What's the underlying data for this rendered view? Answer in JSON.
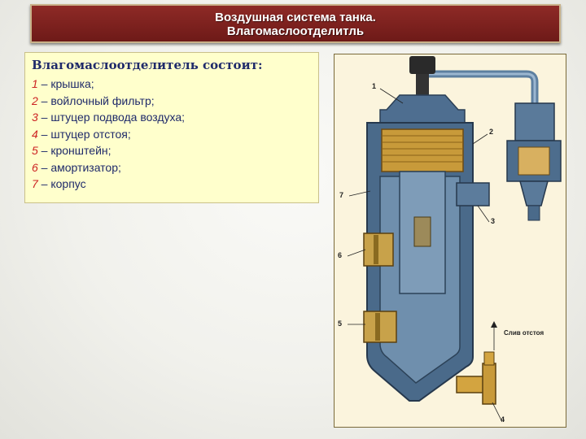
{
  "header": {
    "line1": "Воздушная система танка.",
    "line2": "Влагомаслоотделитль"
  },
  "description": {
    "heading": "Влагомаслоотделитель  состоит:",
    "items": [
      {
        "num": "1",
        "text": " – крышка;"
      },
      {
        "num": "2",
        "text": " – войлочный фильтр;"
      },
      {
        "num": "3",
        "text": " – штуцер подвода воздуха;"
      },
      {
        "num": "4",
        "text": " – штуцер отстоя;"
      },
      {
        "num": "5",
        "text": " – кронштейн;"
      },
      {
        "num": "6",
        "text": " – амортизатор;"
      },
      {
        "num": "7",
        "text": " – корпус"
      }
    ]
  },
  "diagram": {
    "callouts": [
      "1",
      "2",
      "7",
      "3",
      "6",
      "5",
      "4"
    ],
    "drain_label": "Слив отстоя"
  },
  "colors": {
    "title_bar": "#7a1f1c",
    "text_box_bg": "#ffffcc",
    "text_color": "#1f2a6a",
    "number_color": "#cc2222",
    "body_metal": "#4a6a8a",
    "filter_felt": "#c89a3a"
  }
}
